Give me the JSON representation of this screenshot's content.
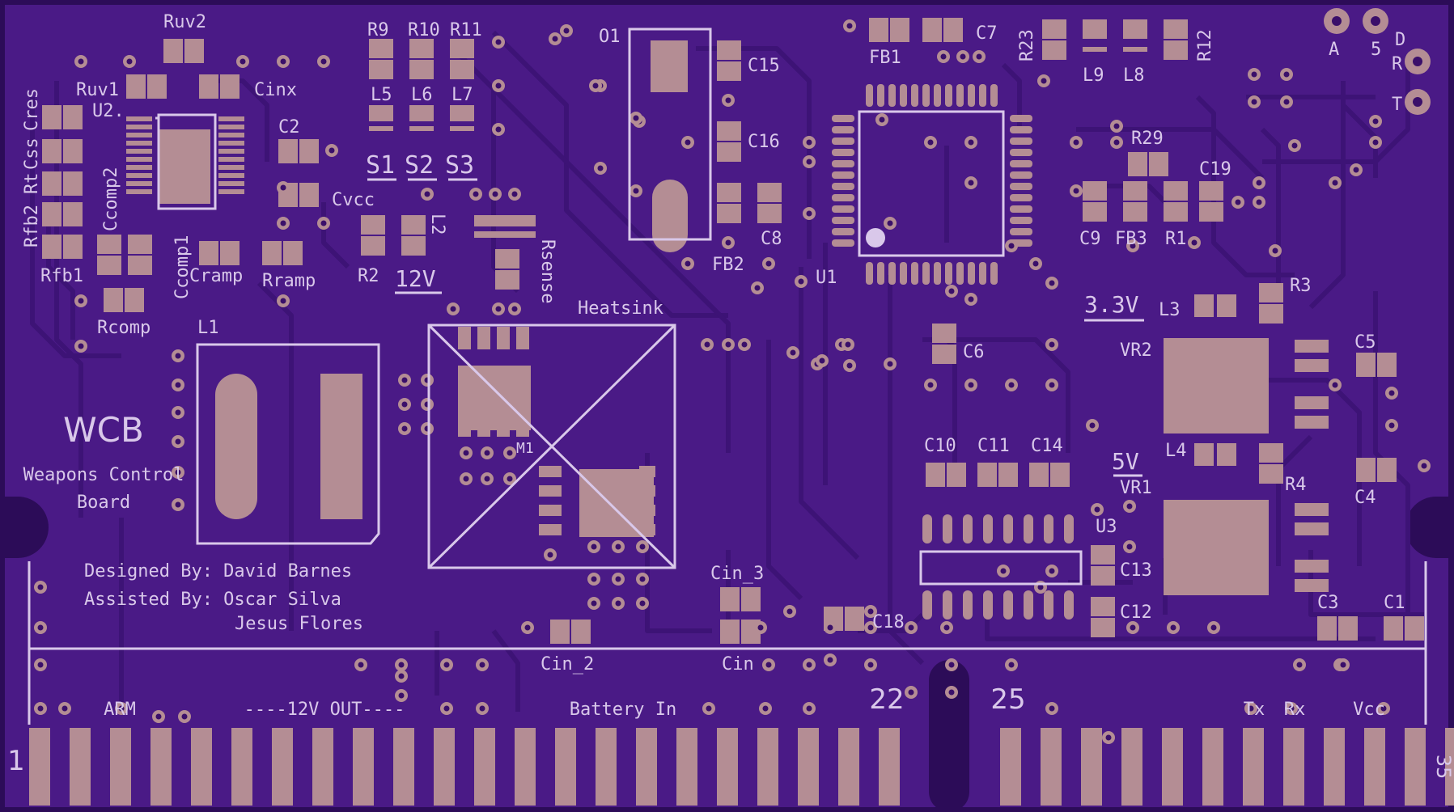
{
  "colors": {
    "board": "#4a1a86",
    "board_edge": "#2c0c58",
    "trace": "#3d1376",
    "pad": "#b48d94",
    "silk": "#d9c8ea",
    "via_ring": "#b48d94",
    "via_hole": "#3a0f6a"
  },
  "board_title": "WCB",
  "board_subtitle": [
    "Weapons Control",
    "Board"
  ],
  "credits": {
    "designed": "Designed By: David Barnes",
    "assisted": "Assisted By: Oscar Silva",
    "assisted2": "Jesus Flores"
  },
  "labels": {
    "Ruv2": "Ruv2",
    "Ruv1": "Ruv1",
    "U2": "U2.",
    "Cinx": "Cinx",
    "C2": "C2",
    "Cvcc": "Cvcc",
    "Cres": "Cres",
    "Css": "Css",
    "Rt": "Rt",
    "Rfb2": "Rfb2",
    "Rfb1": "Rfb1",
    "Ccomp2": "Ccomp2",
    "Ccomp1": "Ccomp1",
    "Cramp": "Cramp",
    "Rramp": "Rramp",
    "Rcomp": "Rcomp",
    "L1": "L1",
    "R9": "R9",
    "R10": "R10",
    "R11": "R11",
    "L5": "L5",
    "L6": "L6",
    "L7": "L7",
    "S1": "S1",
    "S2": "S2",
    "S3": "S3",
    "R2": "R2",
    "L2": "L2",
    "12V": "12V",
    "Rsense": "Rsense",
    "Heatsink": "Heatsink",
    "M1": "M1",
    "O1": "O1",
    "C15": "C15",
    "C16": "C16",
    "FB2": "FB2",
    "C8": "C8",
    "FB1": "FB1",
    "C7": "C7",
    "U1": "U1",
    "C6": "C6",
    "R23": "R23",
    "L9": "L9",
    "L8": "L8",
    "R12": "R12",
    "A": "A",
    "5": "5",
    "D": "D",
    "R": "R",
    "T": "T",
    "R29": "R29",
    "C19": "C19",
    "C9": "C9",
    "FB3": "FB3",
    "R1": "R1",
    "3V3": "3.3V",
    "L3": "L3",
    "R3": "R3",
    "VR2": "VR2",
    "C5": "C5",
    "C10": "C10",
    "C11": "C11",
    "C14": "C14",
    "5V": "5V",
    "L4": "L4",
    "VR1": "VR1",
    "R4": "R4",
    "C4": "C4",
    "U3": "U3",
    "C13": "C13",
    "C12": "C12",
    "C3": "C3",
    "C1": "C1",
    "Cin3": "Cin_3",
    "Cin2": "Cin_2",
    "Cin": "Cin",
    "C18": "C18"
  },
  "edge_labels": {
    "ARM": "ARM",
    "out12v": "----12V OUT----",
    "battery": "Battery In",
    "tx": "Tx",
    "rx": "Rx",
    "vcc": "Vcc",
    "pin1": "1",
    "pin22": "22",
    "pin25": "25",
    "pin35": "35"
  }
}
